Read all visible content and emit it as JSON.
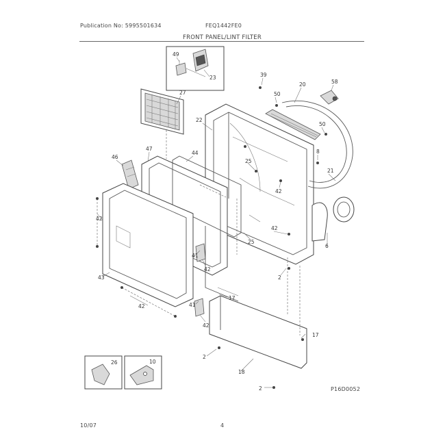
{
  "header": {
    "publication": "Publication No: 5995501634",
    "model": "FEQ1442FE0",
    "section_title": "FRONT PANEL/LINT FILTER"
  },
  "footer": {
    "date": "10/07",
    "page": "4",
    "drawing_code": "P16D0052"
  },
  "callouts": {
    "c49": "49",
    "c23a": "23",
    "c39": "39",
    "c50a": "50",
    "c20": "20",
    "c58": "58",
    "c27": "27",
    "c22": "22",
    "c50b": "50",
    "c8": "8",
    "c47": "47",
    "c46": "46",
    "c44": "44",
    "c25a": "25",
    "c21": "21",
    "c42a": "42",
    "c42b": "42",
    "c42c": "42",
    "c42d": "42",
    "c42e": "42",
    "c42f": "42",
    "c25b": "25",
    "c6": "6",
    "c41a": "41",
    "c2a": "2",
    "c43": "43",
    "c17a": "17",
    "c41b": "41",
    "c17b": "17",
    "c2b": "2",
    "c18": "18",
    "c2c": "2",
    "c26": "26",
    "c10": "10"
  }
}
